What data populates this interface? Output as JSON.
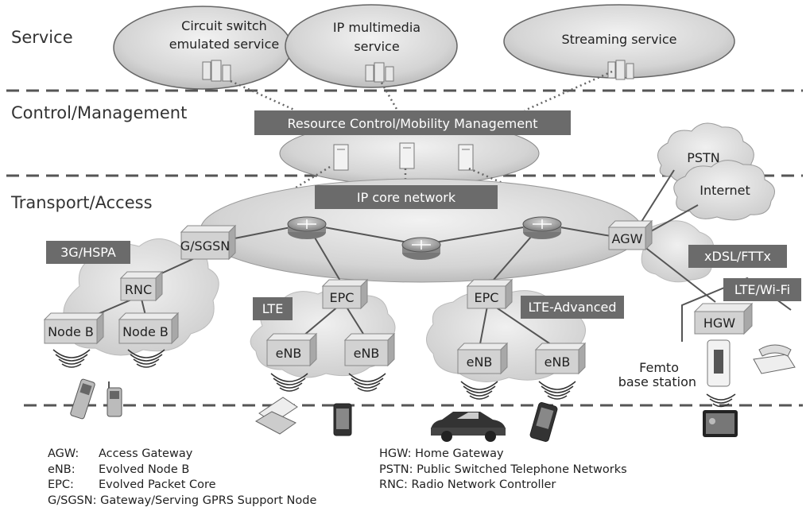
{
  "layers": {
    "service": "Service",
    "control": "Control/Management",
    "transport": "Transport/Access"
  },
  "services": {
    "circuit_switch": [
      "Circuit switch",
      "emulated service"
    ],
    "ip_multimedia": [
      "IP multimedia",
      "service"
    ],
    "streaming": "Streaming service"
  },
  "banners": {
    "resource_control": "Resource Control/Mobility Management",
    "ip_core": "IP core network",
    "hspa": "3G/HSPA",
    "lte": "LTE",
    "lte_advanced": "LTE-Advanced",
    "xdsl": "xDSL/FTTx",
    "lte_wifi": "LTE/Wi-Fi"
  },
  "clouds": {
    "pstn": "PSTN",
    "internet": "Internet"
  },
  "nodes": {
    "gsgsn": "G/SGSN",
    "agw": "AGW",
    "rnc": "RNC",
    "nodeb_1": "Node B",
    "nodeb_2": "Node B",
    "epc_1": "EPC",
    "epc_2": "EPC",
    "enb_1": "eNB",
    "enb_2": "eNB",
    "enb_3": "eNB",
    "enb_4": "eNB",
    "hgw": "HGW"
  },
  "femto_label": [
    "Femto",
    "base station"
  ],
  "legend_left": [
    {
      "abbr": "AGW:",
      "text": "Access Gateway"
    },
    {
      "abbr": "eNB:",
      "text": "Evolved Node B"
    },
    {
      "abbr": "EPC:",
      "text": "Evolved Packet Core"
    },
    {
      "abbr": "G/SGSN:",
      "text": "Gateway/Serving GPRS Support Node"
    }
  ],
  "legend_right": [
    {
      "abbr": "HGW:",
      "text": "Home Gateway"
    },
    {
      "abbr": "PSTN:",
      "text": "Public Switched Telephone Networks"
    },
    {
      "abbr": "RNC:",
      "text": "Radio Network Controller"
    }
  ],
  "colors": {
    "banner": "#6b6b6b",
    "ellipse": "#c9c9c9",
    "cloud": "#dcdcdc",
    "box_face": "#d2d2d2",
    "box_top": "#ebebeb",
    "box_side": "#a8a8a8"
  }
}
